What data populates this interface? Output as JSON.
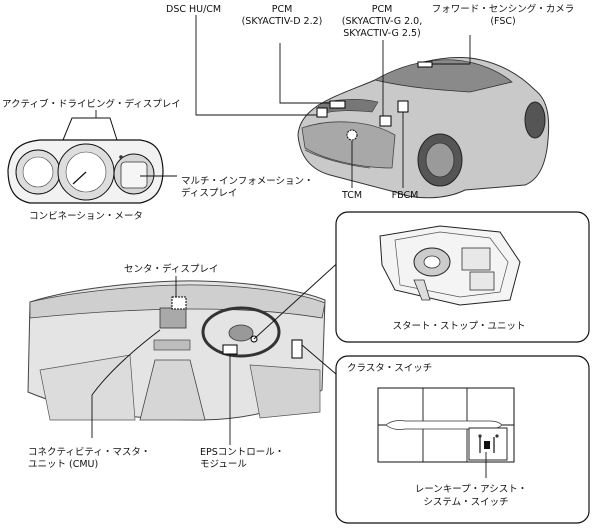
{
  "labels": {
    "dsc": "DSC HU/CM",
    "pcm_d_1": "PCM",
    "pcm_d_2": "(SKYACTIV-D 2.2)",
    "pcm_g_1": "PCM",
    "pcm_g_2": "(SKYACTIV-G 2.0,",
    "pcm_g_3": "SKYACTIV-G 2.5)",
    "fsc_1": "フォワード・センシング・カメラ",
    "fsc_2": "(FSC)",
    "ads": "アクティブ・ドライビング・ディスプレイ",
    "mid_1": "マルチ・インフォメーション・",
    "mid_2": "ディスプレイ",
    "tcm": "TCM",
    "fbcm": "FBCM",
    "meter": "コンビネーション・メータ",
    "center_display": "センタ・ディスプレイ",
    "start_stop": "スタート・ストップ・ユニット",
    "cluster_switch": "クラスタ・スイッチ",
    "cmu_1": "コネクティビティ・マスタ・",
    "cmu_2": "ユニット (CMU)",
    "eps_1": "EPSコントロール・",
    "eps_2": "モジュール",
    "lkas_1": "レーンキープ・アシスト・",
    "lkas_2": "システム・スイッチ"
  }
}
